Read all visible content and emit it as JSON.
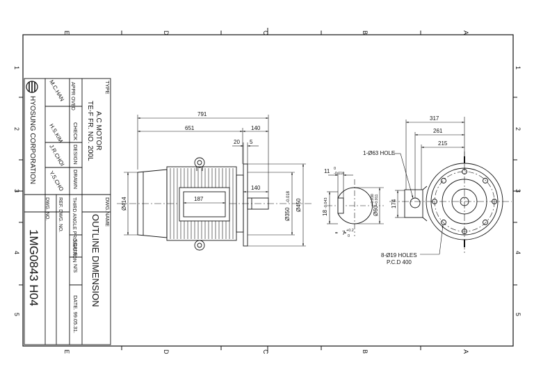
{
  "border": {
    "top_letters": [
      "E",
      "D",
      "C",
      "B",
      "A"
    ],
    "bottom_letters": [
      "E",
      "D",
      "C",
      "B",
      "A"
    ],
    "side_numbers": [
      "1",
      "2",
      "3",
      "4",
      "5"
    ]
  },
  "title_block": {
    "type_label": "TYPE",
    "type_line1": "A.C MOTOR",
    "type_line2": "TE-F FR. NO. 200L",
    "appr_label": "APPR OVED",
    "check_label": "CHECK",
    "design_label": "DESIGN",
    "drawn_label": "DRAWN",
    "name_mchan": "M.C.HAN",
    "name_hskim": "H.S.KIM",
    "name_jrchoi": "J.R.CHOI",
    "name_yscho": "Y.S.CHO",
    "company": "HYOSUNG CORPORATION",
    "dwg_name_label": "DWG.NAME",
    "dwg_name": "OUTLINE   DIMENSION",
    "third_angle": "THIRD ANGLE PROJECTION",
    "scale_label": "SCALE",
    "scale_value": "N/S",
    "date_value": "DATE. 99.05.31.",
    "ref_dwg_label": "REF. DWG. NO.",
    "dwg_no_label": "DWG. NO.",
    "dwg_no": "1MG0843 H04"
  },
  "dimensions": {
    "d791": "791",
    "d651": "651",
    "d140_top": "140",
    "d20": "20",
    "d5": "5",
    "d140_mid": "140",
    "d187": "187",
    "d414": "Ø414",
    "d350": "Ø350",
    "d350_tol": "-0.018",
    "d450": "Ø450",
    "d11": "11",
    "d11_tol_top": "0",
    "d11_tol_bot": "-0.110",
    "d18": "18",
    "d18_tol": "-0.043",
    "d7": "7",
    "d7_tol_top": "+0.2",
    "d7_tol_bot": "0",
    "d60": "Ø60",
    "d60_tol_top": "+0.030",
    "d60_tol_bot": "+0.011",
    "d174": "174",
    "d317": "317",
    "d261": "261",
    "d215": "215",
    "hole_note": "1-Ø63 HOLE",
    "holes_note": "8-Ø19 HOLES",
    "pcd_note": "P.C.D 400"
  }
}
